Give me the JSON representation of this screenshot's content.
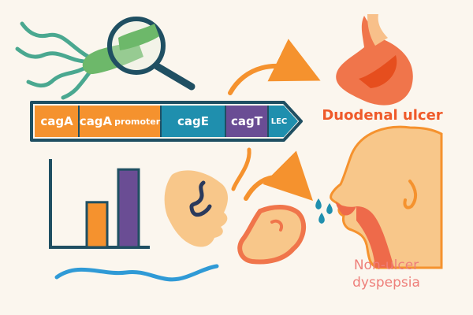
{
  "gene_map": {
    "segments": [
      {
        "name": "cagA",
        "promoter": "",
        "color": "#f5922e"
      },
      {
        "name": "cagA",
        "promoter": "promoter",
        "color": "#f5922e"
      },
      {
        "name": "cagE",
        "promoter": "",
        "color": "#1f8fae"
      },
      {
        "name": "cagT",
        "promoter": "",
        "color": "#6a4d94"
      },
      {
        "name": "LEC",
        "promoter": "",
        "color": "#1f8fae"
      }
    ]
  },
  "outcomes": {
    "duodenal_ulcer": "Duodenal ulcer",
    "dyspepsia_line1": "Non-ulcer",
    "dyspepsia_line2": "dyspepsia"
  },
  "bar_chart": {
    "bars": [
      {
        "value": 0.55,
        "color": "#f5922e"
      },
      {
        "value": 0.95,
        "color": "#6a4d94"
      }
    ]
  },
  "colors": {
    "bacterium": "#6db86a",
    "flagella": "#4aa890",
    "magnifier": "#1f4f62",
    "stomach": "#f0754b",
    "head": "#f8c78a",
    "arrow": "#f5922e",
    "throat": "#ee6a4a"
  },
  "icons": [
    "bacterium-icon",
    "magnifier-icon",
    "stomach-icon",
    "head-profile-icon",
    "spiral-bacterium-icon",
    "droplets-icon",
    "wave-line-icon"
  ]
}
